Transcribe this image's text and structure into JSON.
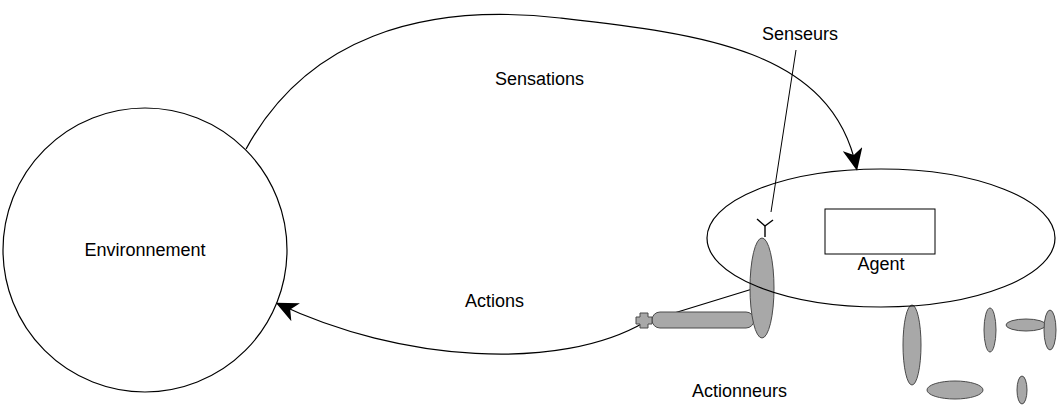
{
  "diagram": {
    "nodes": [
      {
        "text": [
          "Environnement"
        ]
      },
      {
        "text": [
          "Agent"
        ]
      }
    ],
    "edges": [
      {
        "from": 0,
        "to": 1,
        "arrow": "to",
        "label": "Sensations"
      },
      {
        "from": 1,
        "to": 0,
        "arrow": "to",
        "label": "Actions"
      }
    ],
    "labels": [
      "Senseurs",
      "Actionneurs"
    ]
  }
}
